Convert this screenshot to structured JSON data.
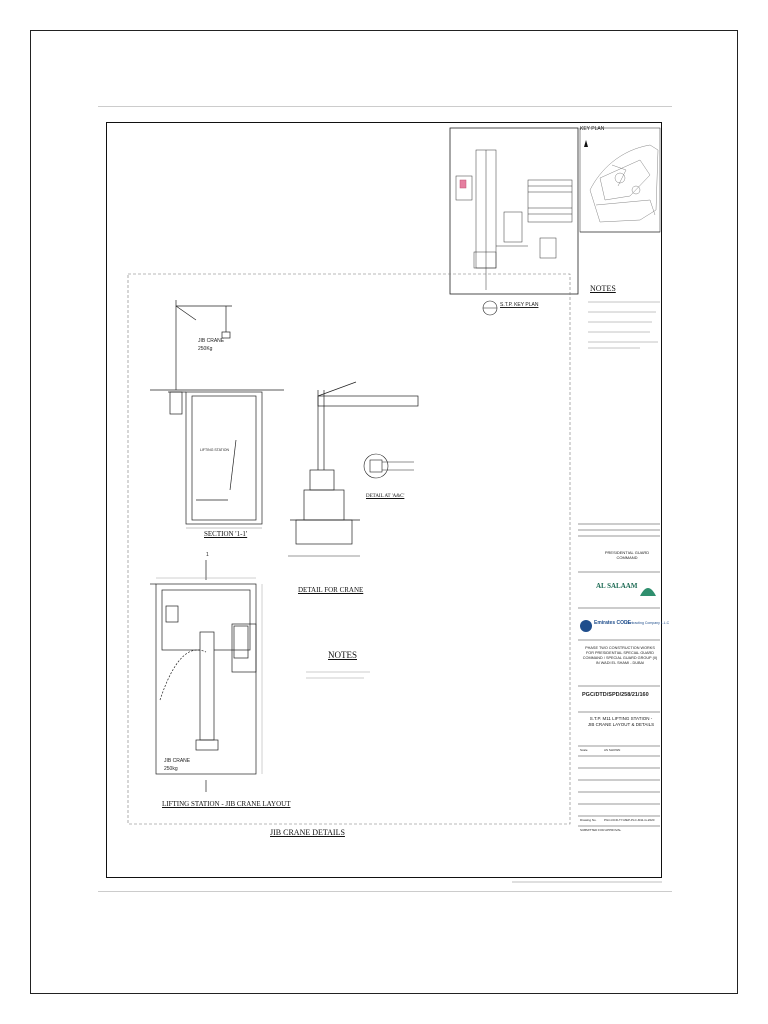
{
  "key_plan": {
    "title": "KEY PLAN",
    "notes_title": "NOTES"
  },
  "stp_key_plan": {
    "title": "S.T.P. KEY PLAN"
  },
  "drawing": {
    "jib_crane_label": "JIB CRANE",
    "jib_crane_load": "250Kg",
    "lifting_station_label": "LIFTING STATION",
    "section_title": "SECTION '1-1'",
    "detail_crane_title": "DETAIL FOR CRANE",
    "detail_at_title": "DETAIL AT 'A&C'",
    "notes_title": "NOTES",
    "layout_title": "LIFTING STATION - JIB CRANE LAYOUT",
    "layout_jib_crane": "JIB CRANE",
    "layout_jib_load": "250kg",
    "sheet_title": "JIB CRANE DETAILS",
    "section_marker": "1"
  },
  "title_block": {
    "client_name": "PRESIDENTIAL GUARD COMMAND",
    "consultant_name": "AL SALAAM",
    "contractor_name": "Emirates CODE",
    "contractor_suffix": "Contracting Company L.L.C",
    "project_desc": "PHASE TWO CONSTRUCTION WORKS FOR PRESIDENTIAL SPECIAL GUARD COMMAND / SPECIAL GUARD GROUP (II) IN WADI EL SHAMI - DUBAI",
    "drawing_no": "PGC/DTD/SPD/258/21/160",
    "drawing_title": "S.T.P. M11 LIFTING STATION - JIB CRANE LAYOUT & DETAILS",
    "scale_label": "Scale",
    "scale_value": "AS SHOWN",
    "drawing_number_label": "Drawing No.",
    "drawing_number_value": "PGC-DCD-T7-MEP-PLC-M11-G-2020",
    "submittal_label": "SUBMITTED FOR APPROVAL"
  }
}
